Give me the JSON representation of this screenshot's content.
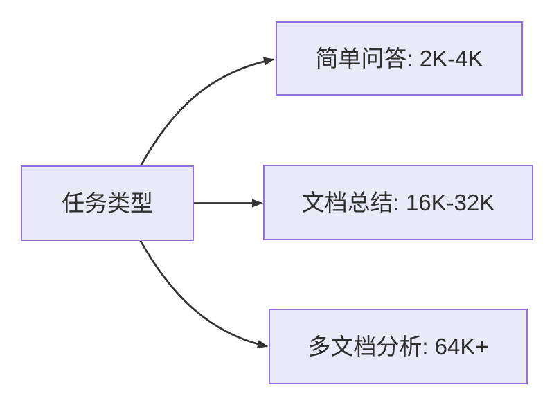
{
  "diagram": {
    "type": "flowchart",
    "direction": "left-to-right",
    "colors": {
      "canvas_bg": "#ffffff",
      "node_fill": "#EAE9F8",
      "node_border": "#9370DB",
      "edge_color": "#333333",
      "text_color": "#2E2E2E"
    },
    "root": {
      "id": "task-type",
      "label": "任务类型"
    },
    "branches": [
      {
        "id": "simple-qa",
        "label": "简单问答: 2K-4K"
      },
      {
        "id": "doc-summary",
        "label": "文档总结: 16K-32K"
      },
      {
        "id": "multi-doc-analysis",
        "label": "多文档分析: 64K+"
      }
    ],
    "edges": [
      {
        "from": "task-type",
        "to": "simple-qa",
        "style": "curved-up"
      },
      {
        "from": "task-type",
        "to": "doc-summary",
        "style": "straight"
      },
      {
        "from": "task-type",
        "to": "multi-doc-analysis",
        "style": "curved-down"
      }
    ]
  }
}
